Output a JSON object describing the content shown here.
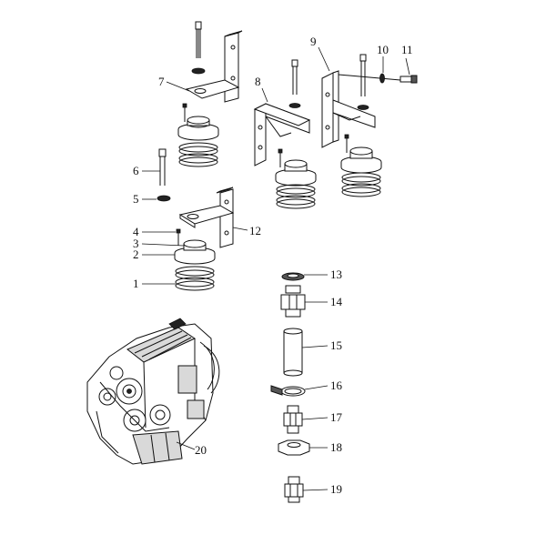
{
  "callouts": [
    "1",
    "2",
    "3",
    "4",
    "5",
    "6",
    "7",
    "8",
    "9",
    "10",
    "11",
    "12",
    "13",
    "14",
    "15",
    "16",
    "17",
    "18",
    "19",
    "20"
  ],
  "colors": {
    "ink": "#111111",
    "paper": "#ffffff",
    "shade": "#d9d9d9"
  }
}
